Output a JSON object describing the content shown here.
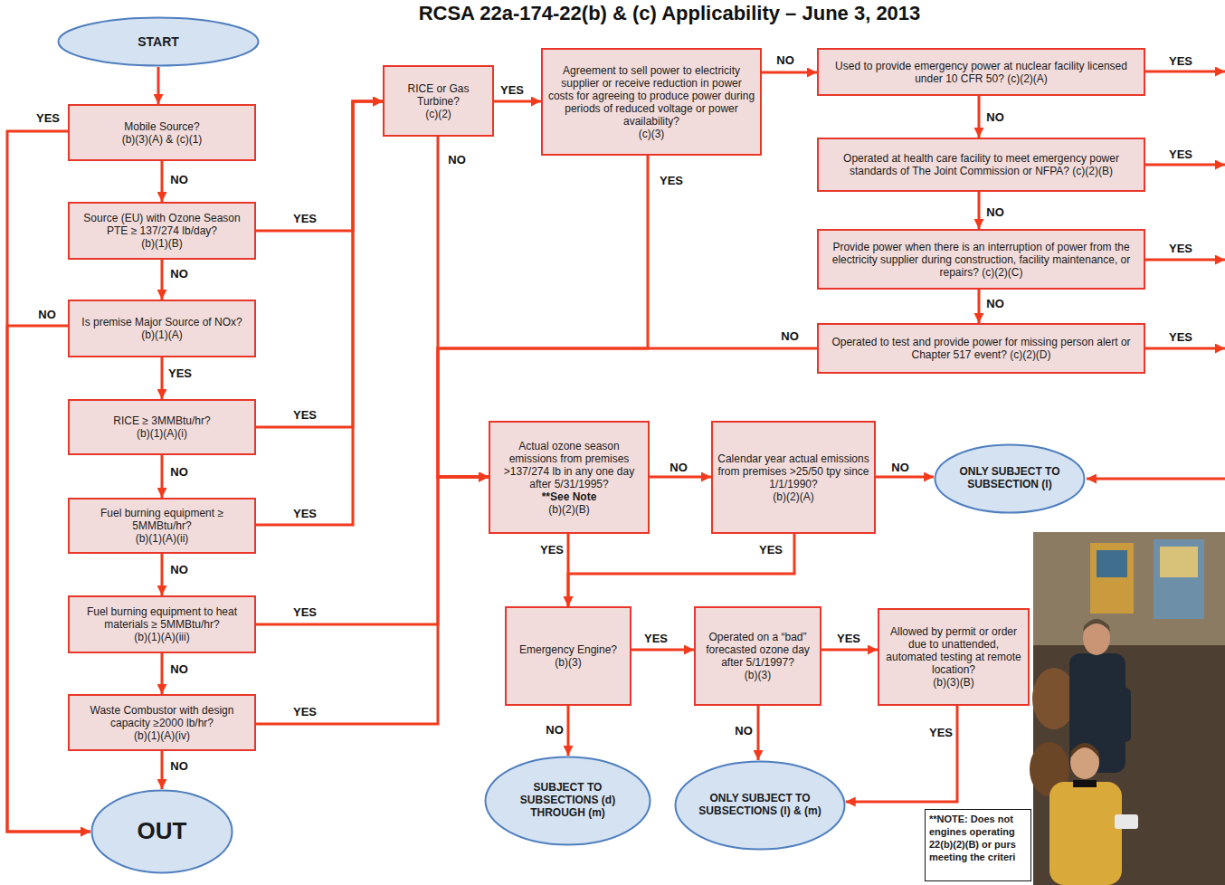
{
  "diagram": {
    "title": "RCSA 22a-174-22(b) & (c) Applicability – June 3, 2013",
    "nodes": [
      {
        "text": [
          "START"
        ]
      },
      {
        "text": [
          "Mobile Source?",
          "(b)(3)(A) & (c)(1)"
        ]
      },
      {
        "text": [
          "Source (EU) with Ozone Season PTE ≥ 137/274 lb/day?",
          "(b)(1)(B)"
        ]
      },
      {
        "text": [
          "Is premise Major Source of NOx?",
          "(b)(1)(A)"
        ]
      },
      {
        "text": [
          "RICE ≥ 3MMBtu/hr?",
          "(b)(1)(A)(i)"
        ]
      },
      {
        "text": [
          "Fuel burning equipment ≥ 5MMBtu/hr?",
          "(b)(1)(A)(ii)"
        ]
      },
      {
        "text": [
          "Fuel burning equipment to heat materials ≥ 5MMBtu/hr?",
          "(b)(1)(A)(iii)"
        ]
      },
      {
        "text": [
          "Waste Combustor with design capacity ≥2000 lb/hr?",
          "(b)(1)(A)(iv)"
        ]
      },
      {
        "text": [
          "OUT"
        ]
      },
      {
        "text": [
          "RICE or Gas Turbine?",
          "(c)(2)"
        ]
      },
      {
        "text": [
          "Agreement to sell power to electricity supplier or receive reduction in power costs for agreeing to produce power during periods of reduced voltage or power availability?",
          "(c)(3)"
        ]
      },
      {
        "text": [
          "Used to provide emergency power at nuclear facility licensed under 10 CFR 50? (c)(2)(A)"
        ]
      },
      {
        "text": [
          "Operated at health care facility to meet emergency power standards of The Joint Commission or NFPA? (c)(2)(B)"
        ]
      },
      {
        "text": [
          "Provide power when there is an interruption of power from the electricity supplier during construction, facility maintenance, or repairs? (c)(2)(C)"
        ]
      },
      {
        "text": [
          "Operated to test and provide power for missing person alert or Chapter 517 event? (c)(2)(D)"
        ]
      },
      {
        "text": [
          "Actual ozone season emissions from premises >137/274 lb in any one day after 5/31/1995?",
          "**See Note",
          "(b)(2)(B)"
        ]
      },
      {
        "text": [
          "Calendar year actual emissions from premises >25/50 tpy since 1/1/1990?",
          "(b)(2)(A)"
        ]
      },
      {
        "text": [
          "ONLY SUBJECT TO SUBSECTION (l)"
        ]
      },
      {
        "text": [
          "Emergency Engine?",
          "(b)(3)"
        ]
      },
      {
        "text": [
          "Operated on a “bad” forecasted ozone day after 5/1/1997?",
          "(b)(3)"
        ]
      },
      {
        "text": [
          "Allowed by permit or order due to unattended, automated testing at remote location?",
          "(b)(3)(B)"
        ]
      },
      {
        "text": [
          "SUBJECT TO SUBSECTIONS (d) THROUGH (m)"
        ]
      },
      {
        "text": [
          "ONLY SUBJECT TO SUBSECTIONS (l) & (m)"
        ]
      },
      {
        "text": [
          "**NOTE: Does not",
          "engines operating",
          "22(b)(2)(B) or purs",
          "meeting the criteri"
        ]
      }
    ],
    "edges": [
      {
        "from": 0,
        "to": 1,
        "arrow": "to"
      },
      {
        "from": 1,
        "to": 8,
        "label": "YES",
        "arrow": "to"
      },
      {
        "from": 1,
        "to": 2,
        "label": "NO",
        "arrow": "to"
      },
      {
        "from": 2,
        "to": 9,
        "label": "YES",
        "arrow": "to"
      },
      {
        "from": 2,
        "to": 3,
        "label": "NO",
        "arrow": "to"
      },
      {
        "from": 3,
        "to": 8,
        "label": "NO",
        "arrow": "to"
      },
      {
        "from": 3,
        "to": 4,
        "label": "YES",
        "arrow": "to"
      },
      {
        "from": 4,
        "to": 9,
        "label": "YES",
        "arrow": "to"
      },
      {
        "from": 4,
        "to": 5,
        "label": "NO",
        "arrow": "to"
      },
      {
        "from": 5,
        "to": 9,
        "label": "YES",
        "arrow": "to"
      },
      {
        "from": 5,
        "to": 6,
        "label": "NO",
        "arrow": "to"
      },
      {
        "from": 6,
        "to": 15,
        "label": "YES",
        "arrow": "to"
      },
      {
        "from": 6,
        "to": 7,
        "label": "NO",
        "arrow": "to"
      },
      {
        "from": 7,
        "to": 15,
        "label": "YES",
        "arrow": "to"
      },
      {
        "from": 7,
        "to": 8,
        "label": "NO",
        "arrow": "to"
      },
      {
        "from": 9,
        "to": 10,
        "label": "YES",
        "arrow": "to"
      },
      {
        "from": 9,
        "to": 15,
        "label": "NO",
        "arrow": "to"
      },
      {
        "from": 10,
        "to": 11,
        "label": "NO",
        "arrow": "to"
      },
      {
        "from": 10,
        "to": 15,
        "label": "YES",
        "arrow": "to"
      },
      {
        "from": 11,
        "to": 12,
        "label": "NO",
        "arrow": "to"
      },
      {
        "from": 12,
        "to": 13,
        "label": "NO",
        "arrow": "to"
      },
      {
        "from": 13,
        "to": 14,
        "label": "NO",
        "arrow": "to"
      },
      {
        "from": 14,
        "to": 15,
        "label": "NO",
        "arrow": "to"
      },
      {
        "from": 15,
        "to": 16,
        "label": "NO",
        "arrow": "to"
      },
      {
        "from": 15,
        "to": 18,
        "label": "YES",
        "arrow": "to"
      },
      {
        "from": 16,
        "to": 17,
        "label": "NO",
        "arrow": "to"
      },
      {
        "from": 16,
        "to": 18,
        "label": "YES",
        "arrow": "to"
      },
      {
        "from": 18,
        "to": 19,
        "label": "YES",
        "arrow": "to"
      },
      {
        "from": 18,
        "to": 21,
        "label": "NO",
        "arrow": "to"
      },
      {
        "from": 19,
        "to": 20,
        "label": "YES",
        "arrow": "to"
      },
      {
        "from": 19,
        "to": 22,
        "label": "NO",
        "arrow": "to"
      },
      {
        "from": 20,
        "to": 22,
        "label": "YES",
        "arrow": "to"
      }
    ],
    "labels": [
      "YES",
      "YES",
      "YES",
      "YES"
    ]
  }
}
